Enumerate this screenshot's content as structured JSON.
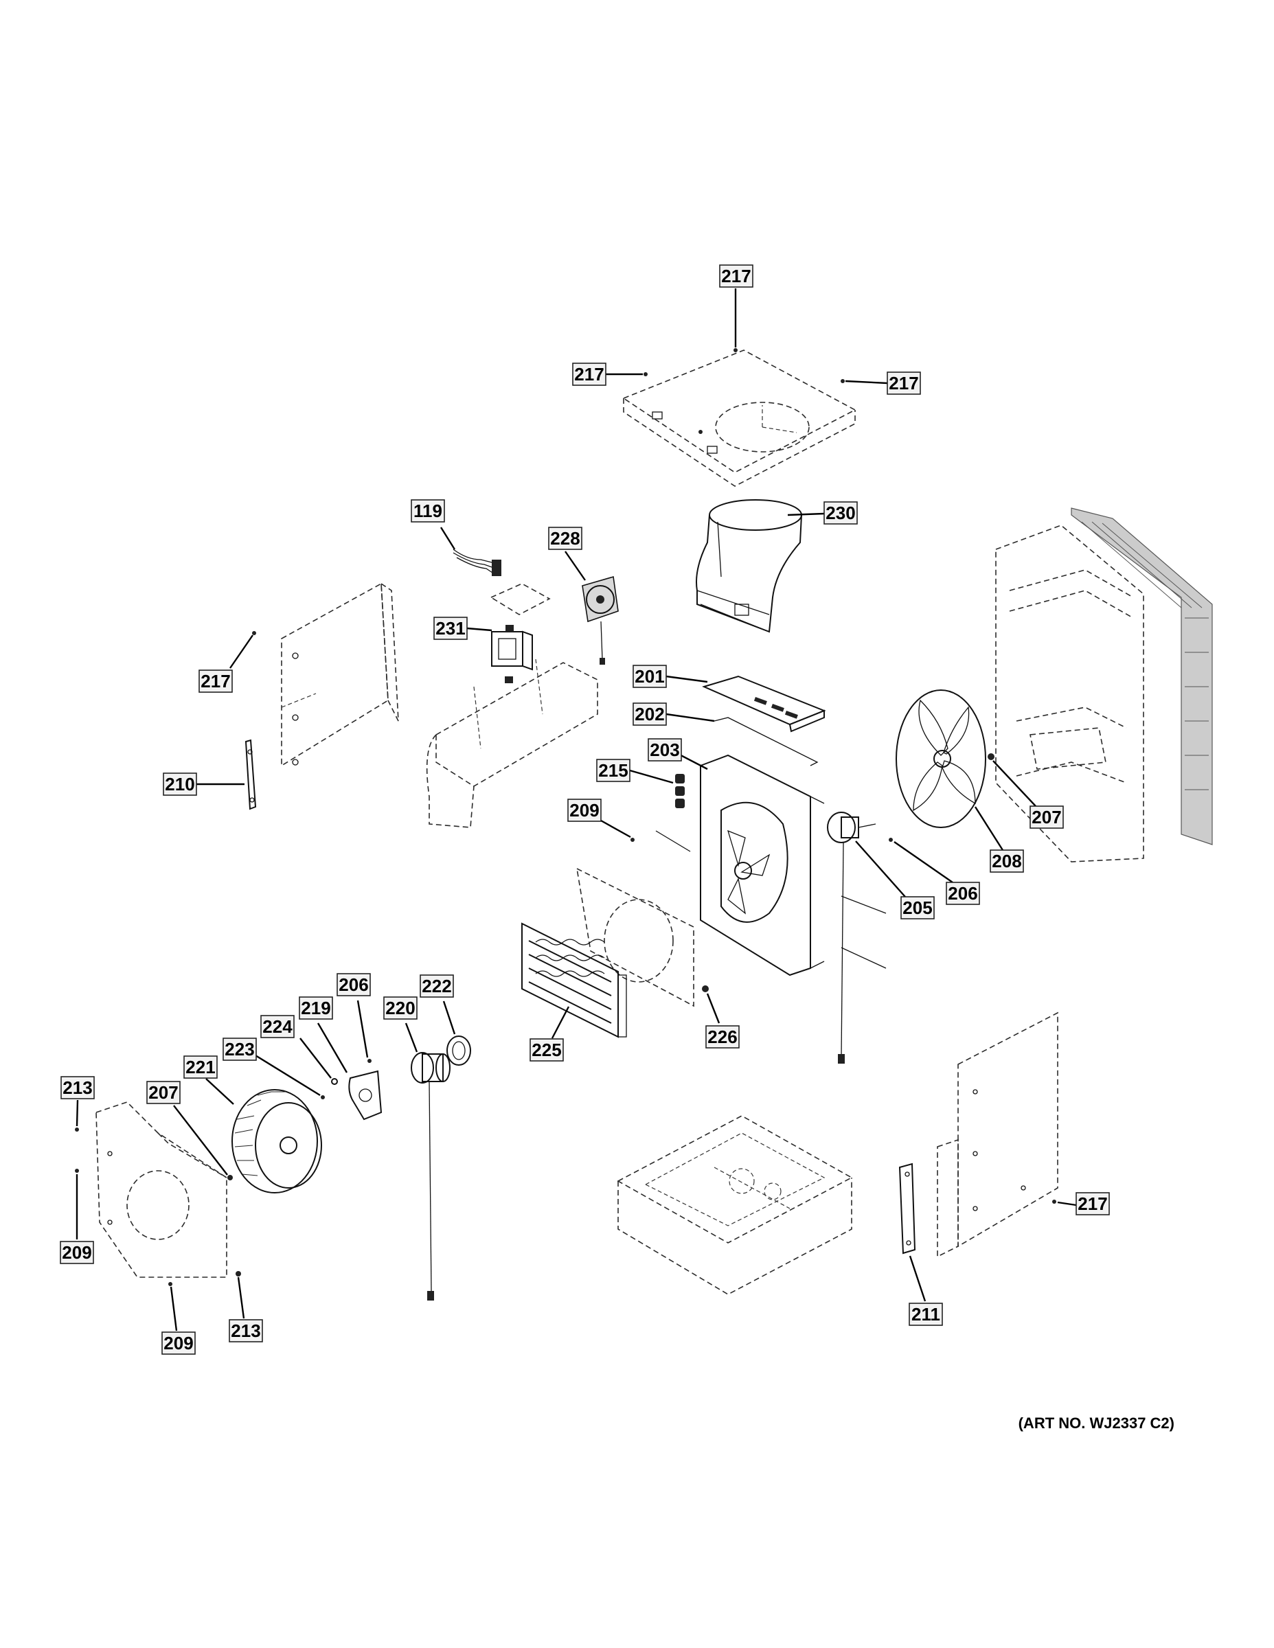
{
  "art_number": "(ART NO. WJ2337 C2)",
  "callouts": [
    {
      "label": "217"
    },
    {
      "label": "217"
    },
    {
      "label": "217"
    },
    {
      "label": "230"
    },
    {
      "label": "119"
    },
    {
      "label": "228"
    },
    {
      "label": "231"
    },
    {
      "label": "217"
    },
    {
      "label": "201"
    },
    {
      "label": "202"
    },
    {
      "label": "210"
    },
    {
      "label": "203"
    },
    {
      "label": "215"
    },
    {
      "label": "209"
    },
    {
      "label": "207"
    },
    {
      "label": "208"
    },
    {
      "label": "206"
    },
    {
      "label": "205"
    },
    {
      "label": "222"
    },
    {
      "label": "206"
    },
    {
      "label": "220"
    },
    {
      "label": "219"
    },
    {
      "label": "224"
    },
    {
      "label": "226"
    },
    {
      "label": "225"
    },
    {
      "label": "223"
    },
    {
      "label": "221"
    },
    {
      "label": "213"
    },
    {
      "label": "207"
    },
    {
      "label": "217"
    },
    {
      "label": "209"
    },
    {
      "label": "211"
    },
    {
      "label": "213"
    },
    {
      "label": "209"
    }
  ]
}
